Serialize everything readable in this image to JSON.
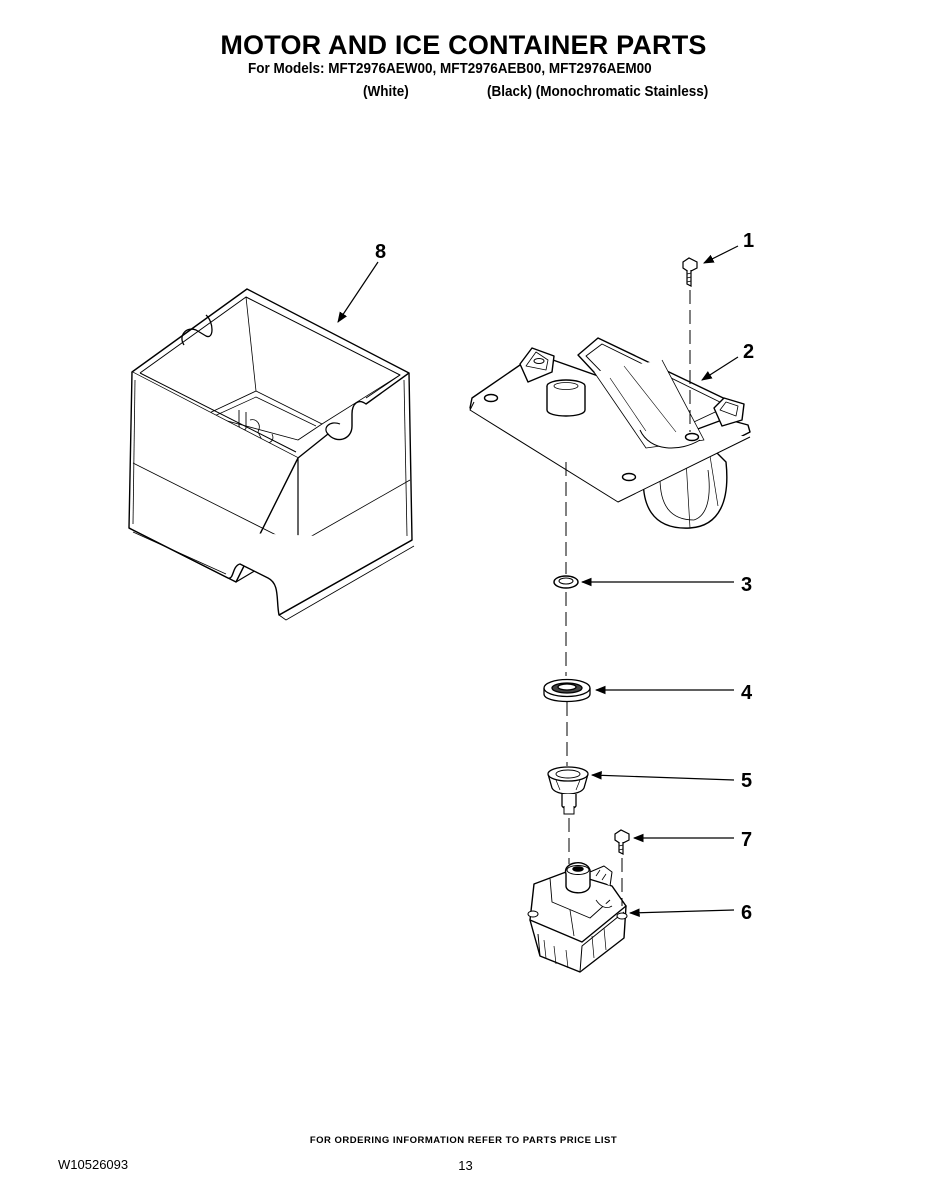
{
  "header": {
    "title": "MOTOR AND ICE CONTAINER PARTS",
    "models_line": "For Models: MFT2976AEW00, MFT2976AEB00, MFT2976AEM00",
    "variant_white": "(White)",
    "variant_black_stainless": "(Black) (Monochromatic Stainless)"
  },
  "callouts": [
    "1",
    "2",
    "3",
    "4",
    "5",
    "6",
    "7",
    "8"
  ],
  "footer": {
    "ordering_note": "FOR ORDERING INFORMATION REFER TO PARTS PRICE LIST",
    "document_number": "W10526093",
    "page_number": "13"
  }
}
